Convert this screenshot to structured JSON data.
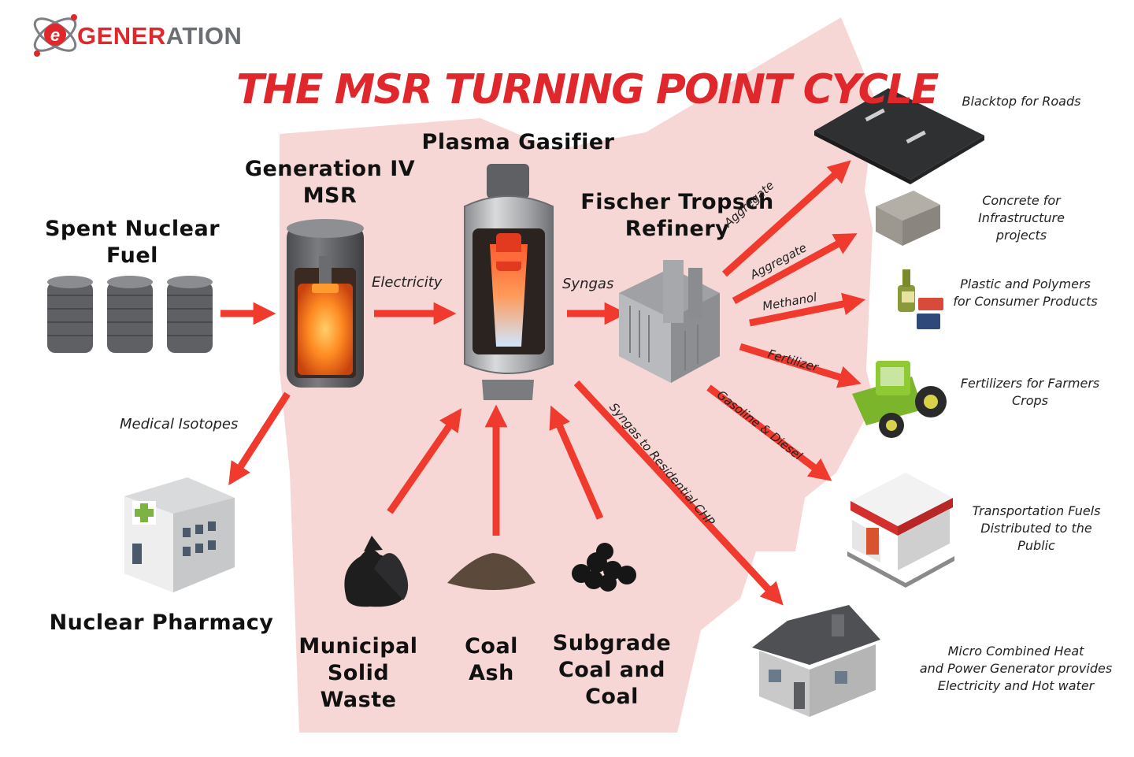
{
  "logo": {
    "part1": "GENER",
    "part2": "ATION",
    "badge": "e",
    "color_primary": "#e0272b",
    "color_secondary": "#6b6e72"
  },
  "title": "THE MSR TURNING POINT CYCLE",
  "colors": {
    "accent": "#e0272b",
    "arrow": "#f03a2e",
    "region": "#f7d7d5",
    "dark_gray": "#5a5c5f",
    "fire": "#ff7a1a"
  },
  "nodes": {
    "spent_fuel": {
      "line1": "Spent Nuclear",
      "line2": "Fuel"
    },
    "msr": {
      "line1": "Generation IV",
      "line2": "MSR"
    },
    "gasifier": {
      "line1": "Plasma Gasifier"
    },
    "refinery": {
      "line1": "Fischer Tropsch",
      "line2": "Refinery"
    },
    "pharmacy": {
      "line1": "Nuclear Pharmacy"
    },
    "msw": {
      "line1": "Municipal",
      "line2": "Solid",
      "line3": "Waste"
    },
    "coal_ash": {
      "line1": "Coal",
      "line2": "Ash"
    },
    "subgrade": {
      "line1": "Subgrade",
      "line2": "Coal and",
      "line3": "Coal"
    }
  },
  "arrow_labels": {
    "electricity": "Electricity",
    "syngas": "Syngas",
    "medical_isotopes": "Medical Isotopes",
    "aggregate1": "Aggregate",
    "aggregate2": "Aggregate",
    "methanol": "Methanol",
    "fertilizer": "Fertilizer",
    "gasoline": "Gasoline & Diesel",
    "syngas_chp": "Syngas to Residential CHP"
  },
  "outputs": {
    "blacktop": {
      "line1": "Blacktop for Roads"
    },
    "concrete": {
      "line1": "Concrete for",
      "line2": "Infrastructure",
      "line3": "projects"
    },
    "plastic": {
      "line1": "Plastic and Polymers",
      "line2": "for Consumer Products"
    },
    "fertilizers": {
      "line1": "Fertilizers for Farmers",
      "line2": "Crops"
    },
    "fuels": {
      "line1": "Transportation Fuels",
      "line2": "Distributed to the",
      "line3": "Public"
    },
    "chp": {
      "line1": "Micro Combined Heat",
      "line2": "and Power Generator provides",
      "line3": "Electricity and Hot water"
    }
  }
}
